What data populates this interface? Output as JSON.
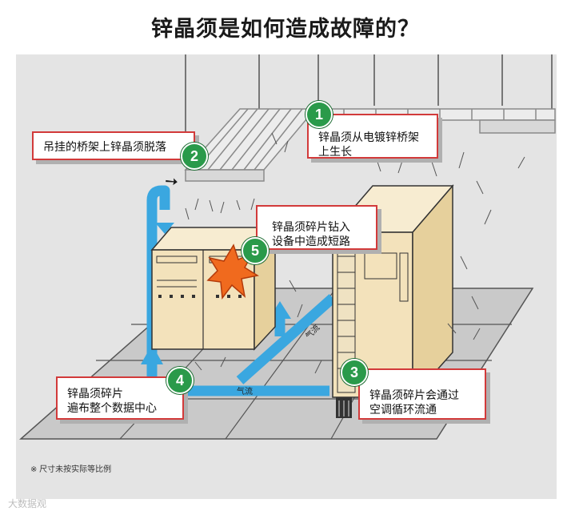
{
  "title": "锌晶须是如何造成故障的？",
  "callouts": [
    {
      "num": "1",
      "text_lines": [
        "锌晶须从电镀锌桥架",
        "上生长"
      ]
    },
    {
      "num": "2",
      "text_lines": [
        "吊挂的桥架上锌晶须脱落"
      ]
    },
    {
      "num": "3",
      "text_lines": [
        "锌晶须碎片会通过",
        "空调循环流通"
      ]
    },
    {
      "num": "4",
      "text_lines": [
        "锌晶须碎片",
        "遍布整个数据中心"
      ]
    },
    {
      "num": "5",
      "text_lines": [
        "锌晶须碎片钻入",
        "设备中造成短路"
      ]
    }
  ],
  "airflow_labels": [
    "气流",
    "气流"
  ],
  "footnote": "※ 尺寸未按实际等比例",
  "watermark": "大数据观",
  "colors": {
    "callout_border": "#d23a3a",
    "badge": "#2a9a4a",
    "airflow": "#3aa7e0",
    "cabinet": "#f3e2bb",
    "spark": "#f06a1e"
  }
}
